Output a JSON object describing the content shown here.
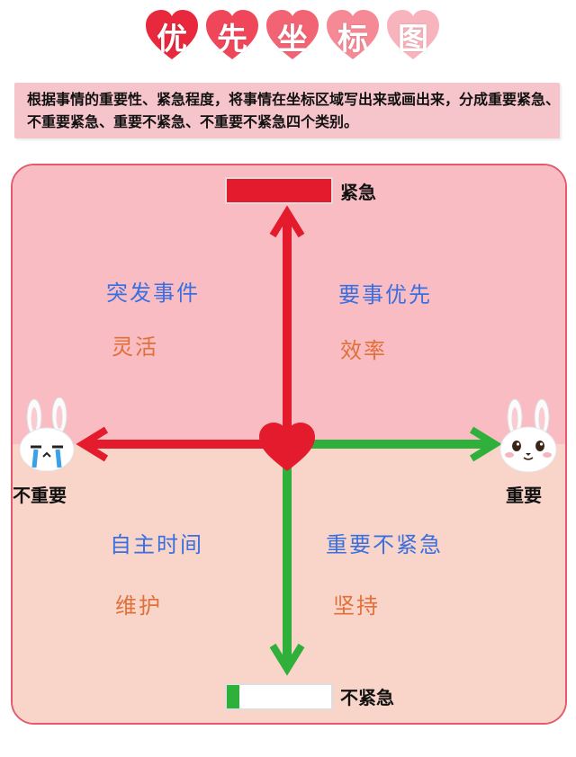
{
  "title": {
    "chars": [
      "优",
      "先",
      "坐",
      "标",
      "图"
    ],
    "heart_colors": [
      "#e8283c",
      "#f0465a",
      "#f26474",
      "#f58a96",
      "#f8b4bd"
    ]
  },
  "intro": "根据事情的重要性、紧急程度，将事情在坐标区域写出来或画出来，分成重要紧急、不重要紧急、重要不紧急、不重要不紧急四个类别。",
  "axes": {
    "top_label": "紧急",
    "bottom_label": "不紧急",
    "left_label": "不重要",
    "right_label": "重要"
  },
  "bars": {
    "urgent_fill_fraction": 1.0,
    "not_urgent_fill_fraction": 0.12
  },
  "quadrants": {
    "top_left": {
      "title": "突发事件",
      "sub": "灵活"
    },
    "top_right": {
      "title": "要事优先",
      "sub": "效率"
    },
    "bottom_left": {
      "title": "自主时间",
      "sub": "维护"
    },
    "bottom_right": {
      "title": "重要不紧急",
      "sub": "坚持"
    }
  },
  "colors": {
    "red": "#e41b2c",
    "green": "#2fb03a",
    "blue_text": "#3a6fe0",
    "orange_text": "#e0703a",
    "panel_top": "#f9bcc3",
    "panel_bottom": "#f9d4c8"
  },
  "icons": {
    "left": "crying-bunny-icon",
    "right": "happy-bunny-icon",
    "center": "heart-icon"
  }
}
